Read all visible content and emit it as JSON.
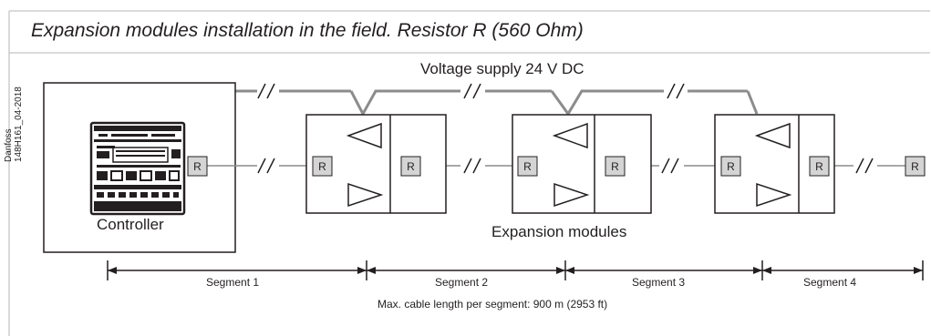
{
  "title": "Expansion modules installation in the field. Resistor R (560 Ohm)",
  "voltage_label": "Voltage supply 24 V DC",
  "side_code": {
    "line1": "Danfoss",
    "line2": "148H161_04-2018"
  },
  "controller_label": "Controller",
  "modules_label": "Expansion modules",
  "resistor_label": "R",
  "segments": [
    "Segment 1",
    "Segment 2",
    "Segment 3",
    "Segment 4"
  ],
  "cable_note": "Max. cable length per segment: 900 m (2953 ft)",
  "colors": {
    "line": "#231f20",
    "wire": "#8c8c8c",
    "resistor_fill": "#d4d4d4",
    "frame": "#b5b5b5"
  }
}
